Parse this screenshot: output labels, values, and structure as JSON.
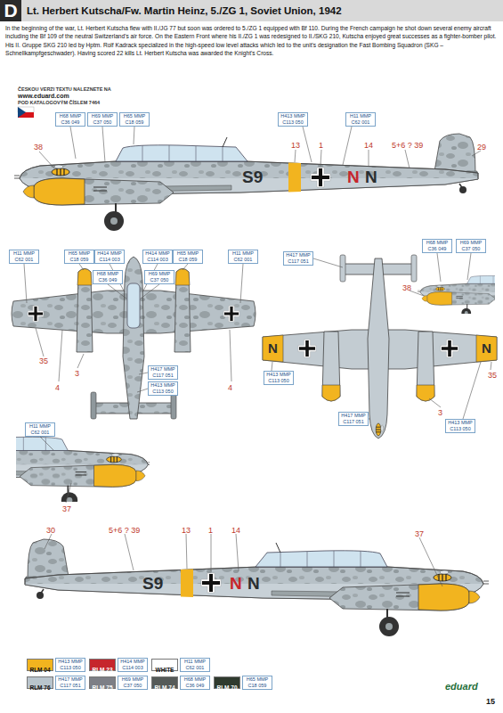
{
  "diagram": {
    "title": "Lt. Herbert Kutscha/Fw. Martin Heinz, 5./ZG 1, Soviet Union, 1942",
    "labels": [
      "D",
      "In the beginning of the war, Lt. Herbert Kutscha flew with II./JG 77 but soon was ordered to 5./ZG 1 equipped with Bf 110. During the French campaign he shot down several enemy aircraft including the Bf 109 of the neutral Switzerland's air force. On the Eastern Front where his II./ZG 1 was redesigned to II./SKG 210, Kutscha enjoyed great successes as a fighter-bomber pilot. His II. Gruppe SKG 210 led by Hptm. Rolf Kadrack specialized in the high-speed low level attacks which led to the unit's designation the Fast Bombing Squadron (SKG – Schnellkampfgeschwader). Having scored 22 kills Lt. Herbert Kutscha was awarded the Knight's Cross.",
      "ČESKOU VERZI TEXTU NALEZNETE NA",
      "www.eduard.com",
      "POD KATALOGOVÝM ČÍSLEM 7464",
      "H68 MMP C36 049",
      "H69 MMP C37 050",
      "H65 MMP C18 059",
      "H413 MMP C113 050",
      "H11 MMP C62 001",
      "38",
      "13",
      "1",
      "14",
      "5+6 ? 39",
      "29",
      "S9",
      "N",
      "N",
      "H11 MMP C62 001",
      "H65 MMP C18 059",
      "H414 MMP C114 003",
      "H414 MMP C114 003",
      "H65 MMP C18 059",
      "H11 MMP C62 001",
      "H68 MMP C36 049",
      "H69 MMP C37 050",
      "H417 MMP C117 051",
      "H413 MMP C113 050",
      "4",
      "4",
      "35",
      "3",
      "H417 MMP C117 051",
      "H413 MMP C113 050",
      "H413 MMP C113 050",
      "H417 MMP C117 051",
      "N",
      "N",
      "3",
      "35",
      "H68 MMP C36 049",
      "H69 MMP C37 050",
      "38",
      "H11 MMP C62 001",
      "37",
      "30",
      "5+6 ? 39",
      "13",
      "1",
      "14",
      "37",
      "S9",
      "N",
      "N",
      "H413 MMP C113 050",
      "H414 MMP C114 003",
      "H11 MMP C62 001",
      "H417 MMP C117 051",
      "H69 MMP C37 050",
      "H68 MMP C36 049",
      "H65 MMP C18 059",
      "eduard",
      "15"
    ],
    "legend": [
      {
        "text": "RLM 04",
        "color": "#f2b41f"
      },
      {
        "text": "RLM 23",
        "color": "#c6262c"
      },
      {
        "text": "WHITE",
        "color": "#ffffff"
      },
      {
        "text": "RLM 76",
        "color": "#b9c4cc"
      },
      {
        "text": "RLM 75",
        "color": "#7d7f86"
      },
      {
        "text": "RLM 74",
        "color": "#555a58"
      },
      {
        "text": "RLM 70",
        "color": "#2f3a2e"
      }
    ]
  }
}
